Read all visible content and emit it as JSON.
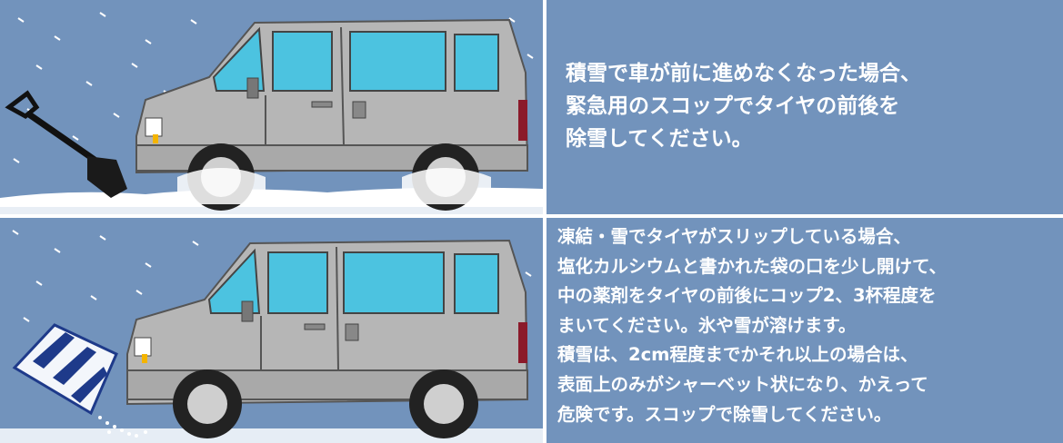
{
  "panels": {
    "top": {
      "caption_lines": [
        "積雪で車が前に進めなくなった場合、",
        "緊急用のスコップでタイヤの前後を",
        "除雪してください。"
      ]
    },
    "bottom": {
      "caption_lines": [
        "凍結・雪でタイヤがスリップしている場合、",
        "塩化カルシウムと書かれた袋の口を少し開けて、",
        "中の薬剤をタイヤの前後にコップ2、3杯程度を",
        "まいてください。氷や雪が溶けます。",
        "積雪は、2cm程度までかそれ以上の場合は、",
        "表面上のみがシャーベット状になり、かえって",
        "危険です。スコップで除雪してください。"
      ]
    }
  },
  "colors": {
    "panel_bg": "#7293bc",
    "car_body": "#b6b6b6",
    "window": "#4cc3e0",
    "snow": "#ffffff",
    "text": "#ffffff"
  },
  "icons": {
    "shovel": "shovel-icon",
    "salt_bag": "salt-bag-icon"
  }
}
